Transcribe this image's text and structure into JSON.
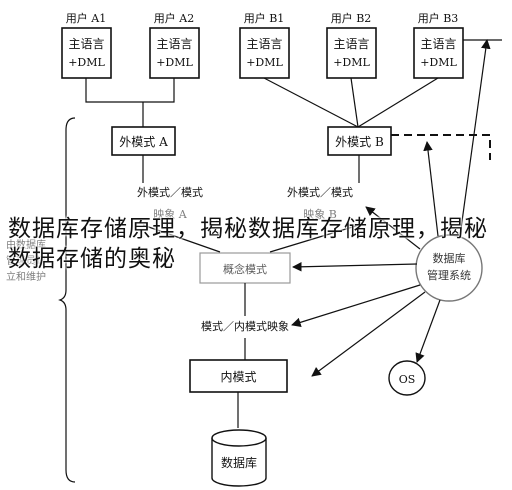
{
  "users": [
    {
      "label": "用户 A1",
      "line1": "主语言",
      "line2": "+DML"
    },
    {
      "label": "用户 A2",
      "line1": "主语言",
      "line2": "+DML"
    },
    {
      "label": "用户 B1",
      "line1": "主语言",
      "line2": "+DML"
    },
    {
      "label": "用户 B2",
      "line1": "主语言",
      "line2": "+DML"
    },
    {
      "label": "用户 B3",
      "line1": "主语言",
      "line2": "+DML"
    }
  ],
  "external_schema_a": "外模式 A",
  "external_schema_b": "外模式 B",
  "mapping_a": {
    "line1": "外模式／模式",
    "line2": "映象 A"
  },
  "mapping_b": {
    "line1": "外模式／模式",
    "line2": "映象 B"
  },
  "conceptual_schema": "概念模式",
  "dbms": {
    "line1": "数据库",
    "line2": "管理系统"
  },
  "left_note": {
    "line1": "由数据库",
    "line2": "管理员建",
    "line3": "立和维护"
  },
  "internal_mapping": "模式／内模式映象",
  "internal_schema": "内模式",
  "os": "OS",
  "database": "数据库",
  "overlay_text": "数据库存储原理，揭秘数据库存储原理，揭秘数据存储的奥秘"
}
